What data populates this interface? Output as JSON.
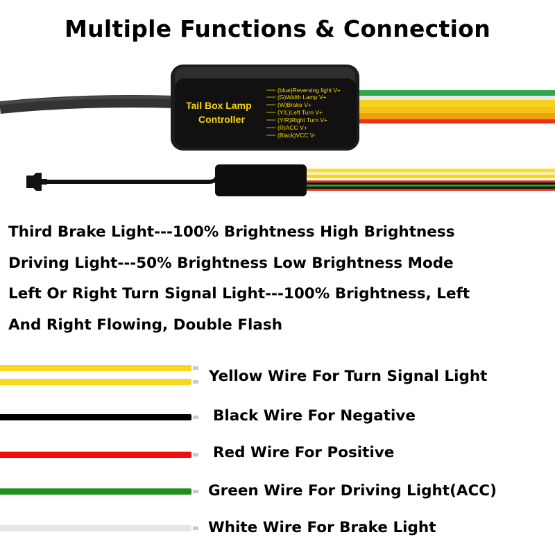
{
  "title": "Multiple Functions & Connection",
  "controller": {
    "name_line1": "Tail Box Lamp",
    "name_line2": "Controller",
    "pins": [
      "(blue)Reversing light V+",
      "(G)Width Lamp V+",
      "(W)Brake V+",
      "(Y/L)Left Turn V+",
      "(Y/R)Right Turn V+",
      "(R)ACC V+",
      "(Black)VCC V-"
    ],
    "box_color": "#1c1c1c",
    "label_color": "#f5d90a"
  },
  "descriptions": [
    "Third Brake Light---100% Brightness High Brightness",
    "Driving Light---50% Brightness Low Brightness Mode",
    "Left Or Right Turn Signal Light---100% Brightness, Left",
    "And Right Flowing, Double Flash"
  ],
  "legend": [
    {
      "label": "Yellow Wire For Turn Signal Light",
      "color": "#f8d81e",
      "double": true
    },
    {
      "label": "Black Wire For Negative",
      "color": "#000000",
      "double": false
    },
    {
      "label": "Red Wire For Positive",
      "color": "#f20d0d",
      "double": false
    },
    {
      "label": "Green Wire For Driving Light(ACC)",
      "color": "#1e8f1e",
      "double": false
    },
    {
      "label": "White Wire For Brake Light",
      "color": "#e6e6e6",
      "double": false
    }
  ]
}
